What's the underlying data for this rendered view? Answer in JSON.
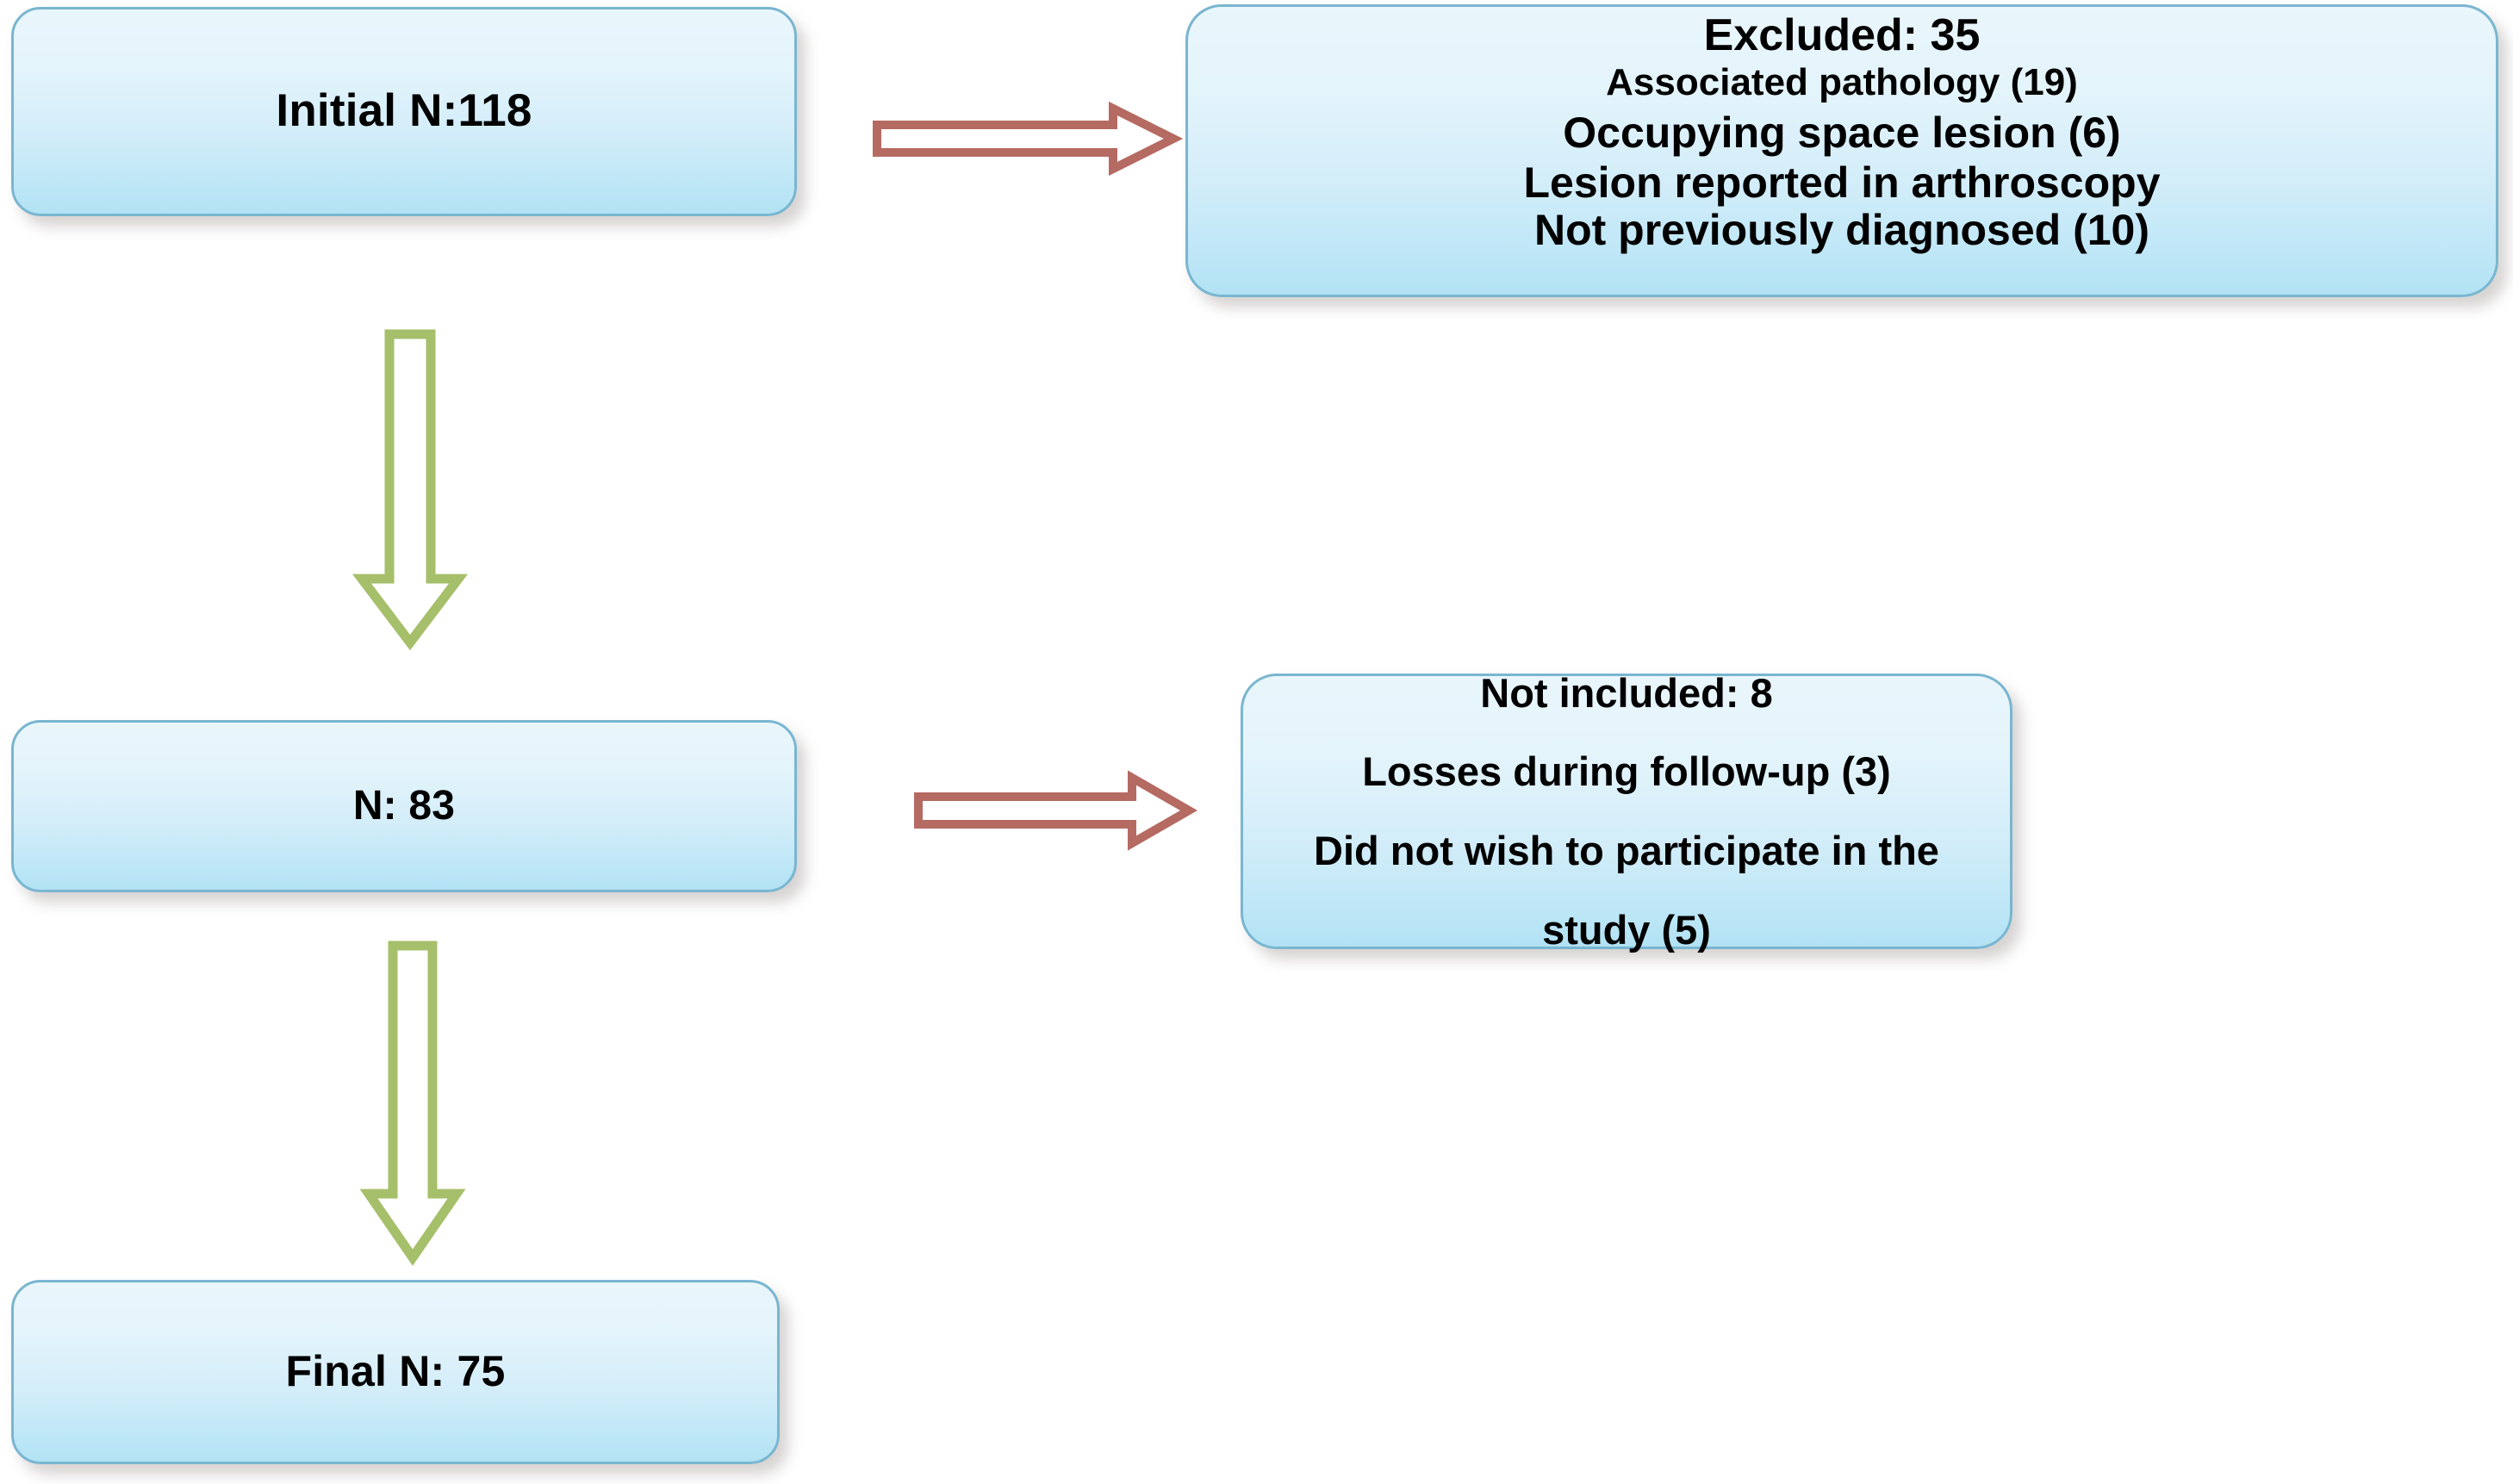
{
  "diagram": {
    "title": "Patient selection flow",
    "colors": {
      "box_border": "#79b6d0",
      "box_fill_top": "#e9f6fc",
      "box_fill_bottom": "#b2e2f4",
      "green_arrow": "#a6bf6a",
      "red_arrow": "#b56a62",
      "text": "#000000",
      "background": "#ffffff"
    },
    "nodes": {
      "initial": {
        "label": "Initial N:118"
      },
      "n83": {
        "label": "N: 83"
      },
      "final": {
        "label": "Final N: 75"
      },
      "excluded": {
        "lines": [
          "Excluded: 35",
          "Associated pathology (19)",
          "Occupying space lesion (6)",
          "Lesion reported in arthroscopy",
          "Not previously diagnosed (10)"
        ]
      },
      "not_included": {
        "lines": [
          "Not included: 8",
          "Losses during follow-up  (3)",
          "Did not wish to participate in the",
          "study (5)"
        ]
      }
    },
    "arrows": {
      "down_1": {
        "direction": "down",
        "color": "#a6bf6a",
        "style": "outline-block-arrow"
      },
      "down_2": {
        "direction": "down",
        "color": "#a6bf6a",
        "style": "outline-block-arrow"
      },
      "right_1": {
        "direction": "right",
        "color": "#b56a62",
        "style": "outline-block-arrow"
      },
      "right_2": {
        "direction": "right",
        "color": "#b56a62",
        "style": "outline-block-arrow"
      }
    }
  }
}
